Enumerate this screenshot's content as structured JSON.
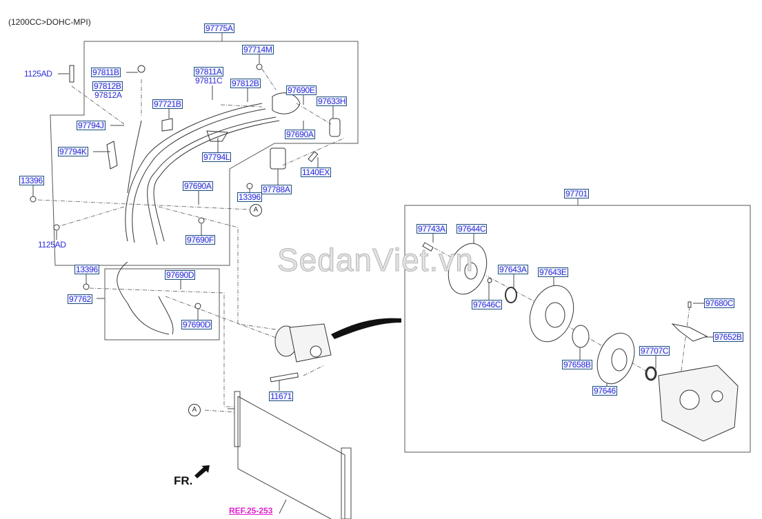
{
  "header": "(1200CC>DOHC-MPI)",
  "watermark": "SedanViet.vn",
  "direction_label": "FR.",
  "reference_link": "REF.25-253",
  "connector_marker": "A",
  "labels": {
    "l97775A": "97775A",
    "l97714M": "97714M",
    "l1125AD_top": "1125AD",
    "l97811B": "97811B",
    "l97812B_a": "97812B",
    "l97812A": "97812A",
    "l97811A": "97811A",
    "l97811C": "97811C",
    "l97812B_b": "97812B",
    "l97690E": "97690E",
    "l97633H": "97633H",
    "l97721B": "97721B",
    "l97794J": "97794J",
    "l97690A_top": "97690A",
    "l97794K": "97794K",
    "l97794L": "97794L",
    "l1140EX": "1140EX",
    "l13396_left": "13396",
    "l97690A_mid": "97690A",
    "l97788A": "97788A",
    "l13396_mid": "13396",
    "l97690F": "97690F",
    "l1125AD_bot": "1125AD",
    "l13396_inset": "13396",
    "l97690D_a": "97690D",
    "l97762": "97762",
    "l97690D_b": "97690D",
    "l11671": "11671",
    "l97701": "97701",
    "l97743A": "97743A",
    "l97644C": "97644C",
    "l97643A": "97643A",
    "l97643E": "97643E",
    "l97646C": "97646C",
    "l97680C": "97680C",
    "l97652B": "97652B",
    "l97707C": "97707C",
    "l97658B": "97658B",
    "l97646": "97646"
  },
  "colors": {
    "label_text": "#2a2ad8",
    "label_border": "#1c4f7a",
    "reference": "#e020d0"
  }
}
